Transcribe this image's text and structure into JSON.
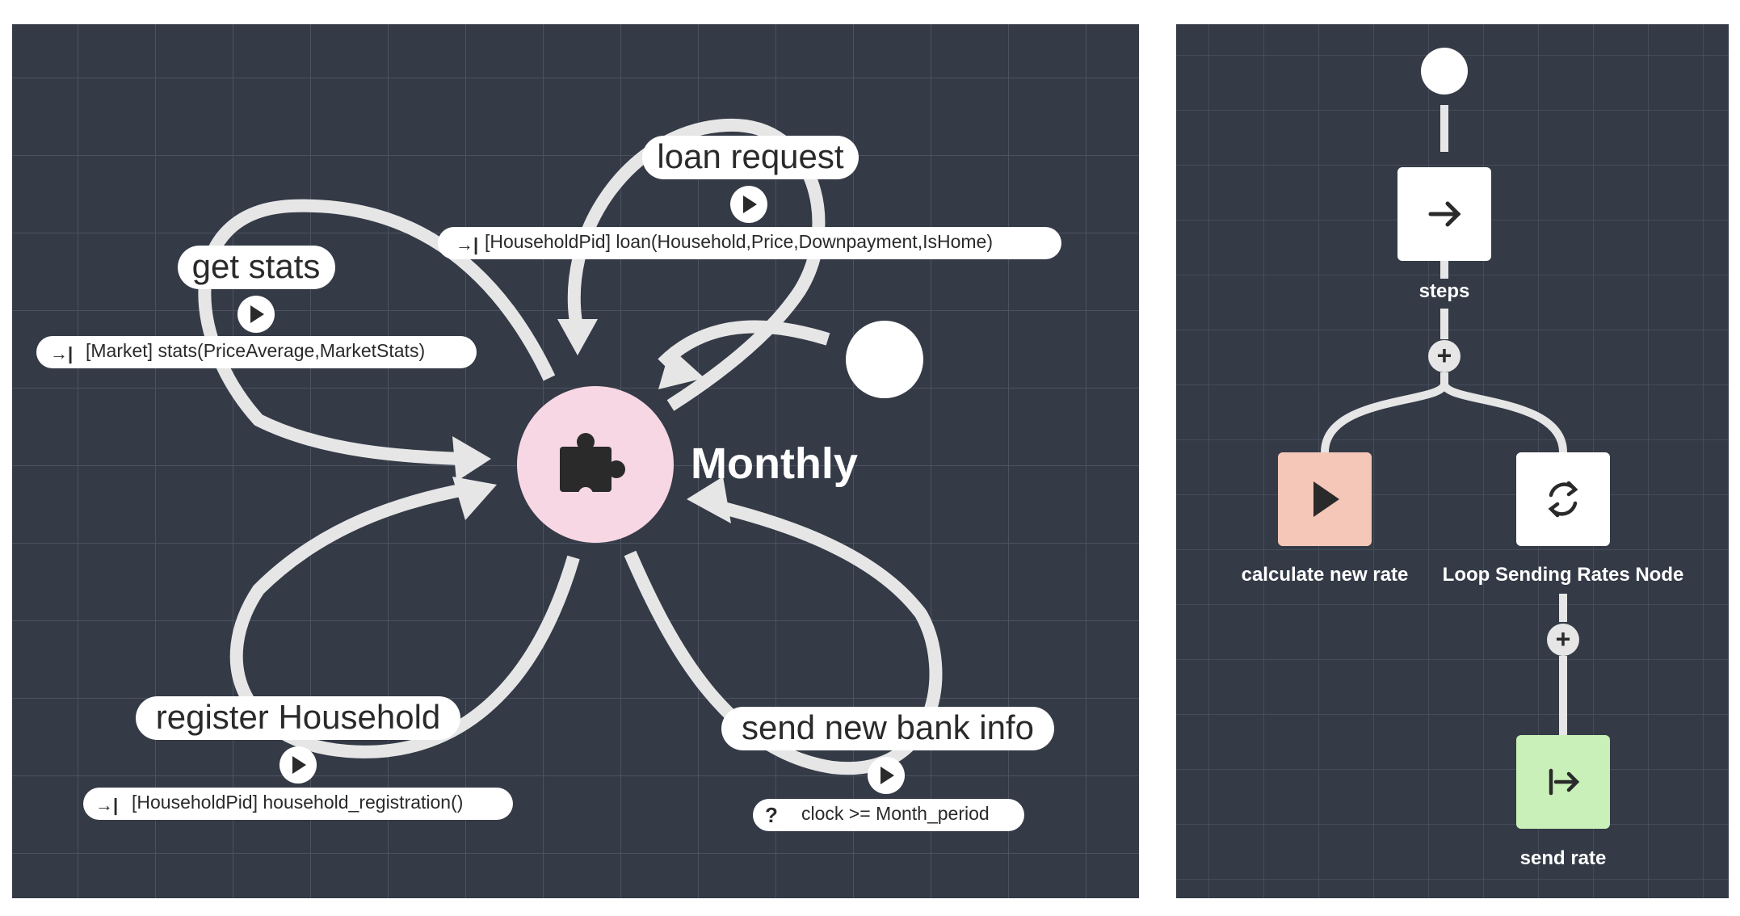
{
  "left_panel": {
    "state_label": "Monthly",
    "transitions": [
      {
        "label": "loan request",
        "condition_icon": "arrow-to-bar-icon",
        "condition": "[HouseholdPid] loan(Household,Price,Downpayment,IsHome)"
      },
      {
        "label": "get stats",
        "condition_icon": "arrow-to-bar-icon",
        "condition": "[Market] stats(PriceAverage,MarketStats)"
      },
      {
        "label": "register Household",
        "condition_icon": "arrow-to-bar-icon",
        "condition": "[HouseholdPid] household_registration()"
      },
      {
        "label": "send new bank info",
        "condition_icon": "question-icon",
        "condition": "clock >= Month_period"
      }
    ],
    "question_glyph": "?"
  },
  "right_panel": {
    "nodes": [
      {
        "label": "steps",
        "icon": "arrow-right-icon",
        "color": "#ffffff"
      },
      {
        "label": "calculate new rate",
        "icon": "play-icon",
        "color": "#f5c7b9"
      },
      {
        "label": "Loop Sending Rates Node",
        "icon": "loop-icon",
        "color": "#ffffff"
      },
      {
        "label": "send rate",
        "icon": "send-bar-icon",
        "color": "#c8f0b8"
      }
    ]
  },
  "colors": {
    "canvas_bg": "#343a46",
    "grid": "#4c5260",
    "edge": "#e6e6e6",
    "state_fill": "#f7d7e3",
    "bubble": "#ffffff",
    "text_dark": "#2a2a2a"
  }
}
